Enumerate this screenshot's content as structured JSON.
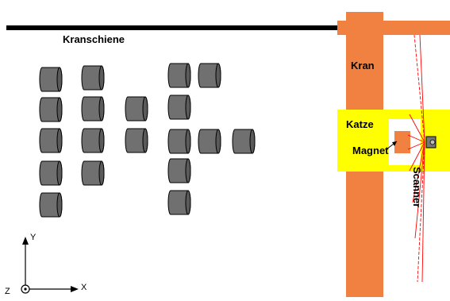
{
  "labels": {
    "rail": "Kranschiene",
    "crane": "Kran",
    "trolley": "Katze",
    "magnet": "Magnet",
    "scanner": "Scanner"
  },
  "axes": {
    "y": "Y",
    "x": "X",
    "z": "Z"
  },
  "colors": {
    "crane": "#F08140",
    "trolley": "#FFFF00",
    "rail": "#000000",
    "coil_fill": "#707070",
    "coil_end": "#4a4a4a",
    "scan_lines": "#FF0000"
  }
}
